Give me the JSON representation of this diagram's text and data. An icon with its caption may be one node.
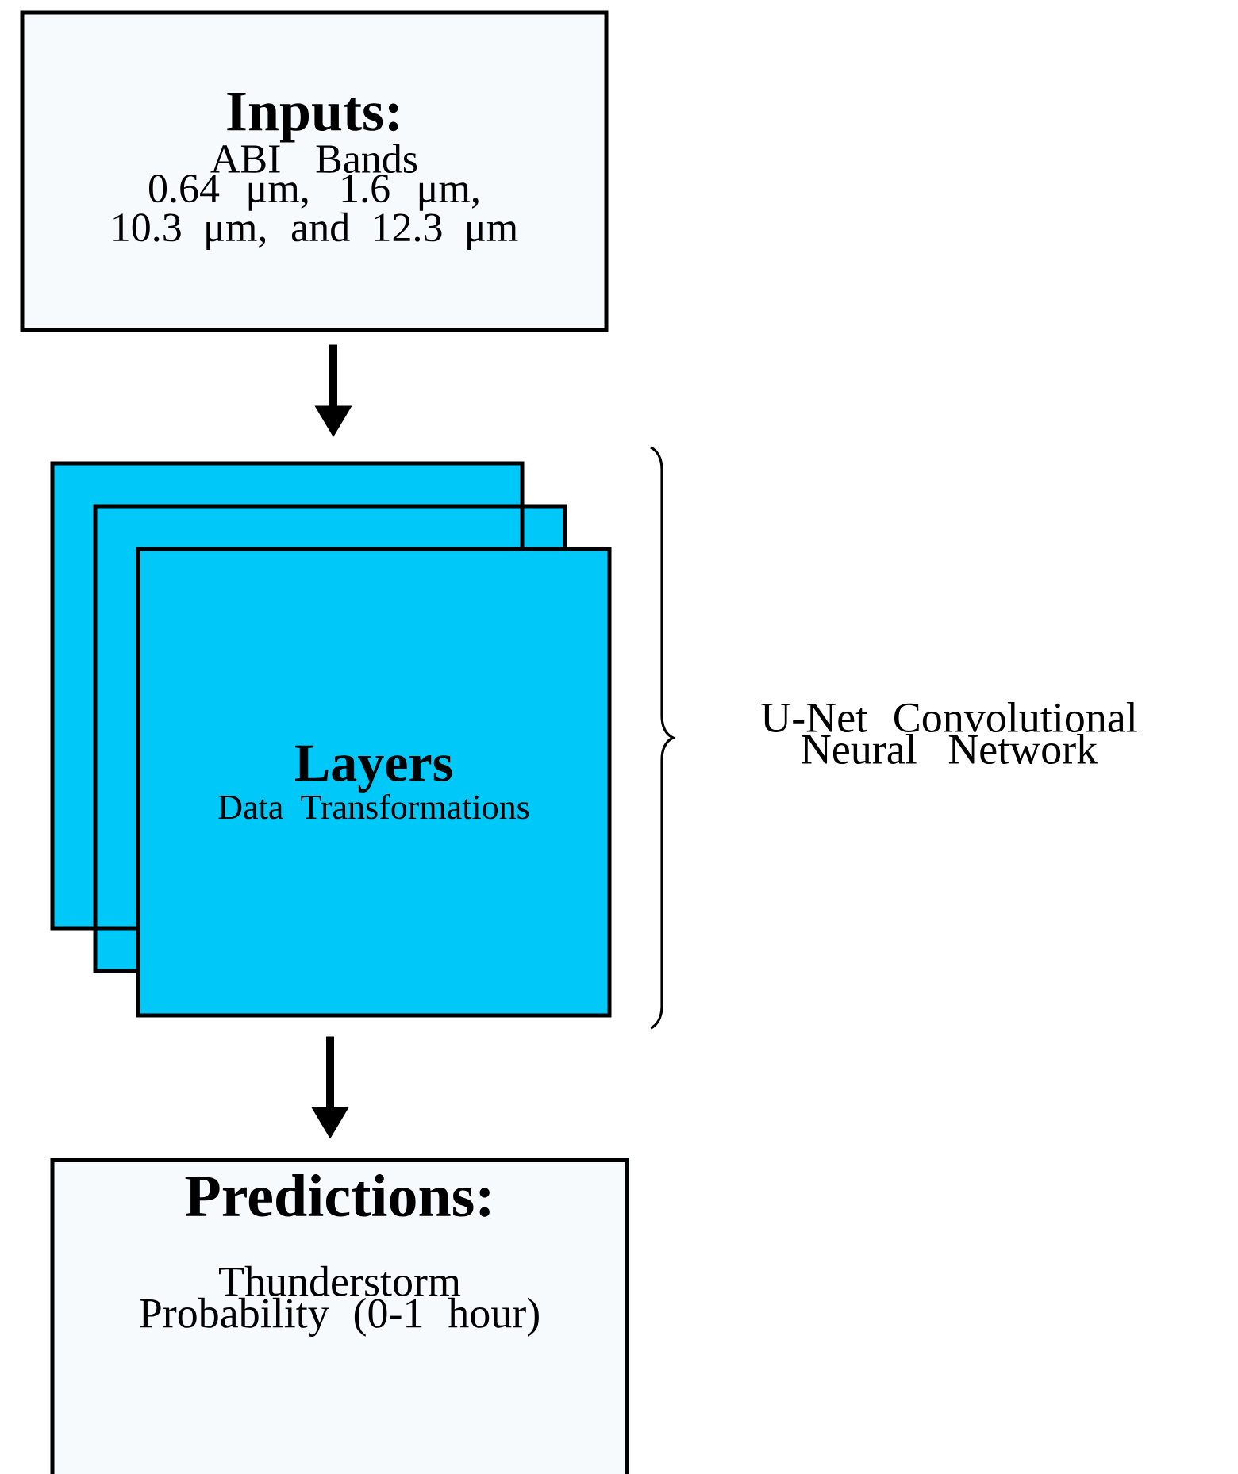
{
  "diagram": {
    "nodes": [
      {
        "text": [
          "Inputs:",
          "ABI Bands",
          "0.64 μm, 1.6 μm, 10.3 μm, and 12.3 μm"
        ]
      },
      {
        "text": [
          "Layers",
          "Data Transformations"
        ]
      },
      {
        "text": [
          "Predictions:",
          "Thunderstorm Probability (0-1 hour)"
        ]
      }
    ],
    "edges": [
      {
        "from": 0,
        "to": 1,
        "arrow": "to"
      },
      {
        "from": 1,
        "to": 2,
        "arrow": "to"
      }
    ],
    "labels": [
      "U-Net Convolutional Neural Network"
    ]
  }
}
